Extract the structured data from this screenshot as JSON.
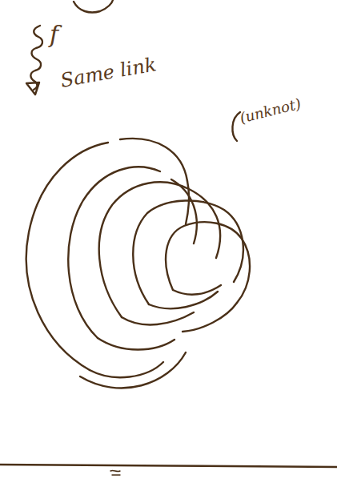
{
  "diagram": {
    "labels": [
      "f",
      "Same link",
      "(unknot)"
    ]
  }
}
